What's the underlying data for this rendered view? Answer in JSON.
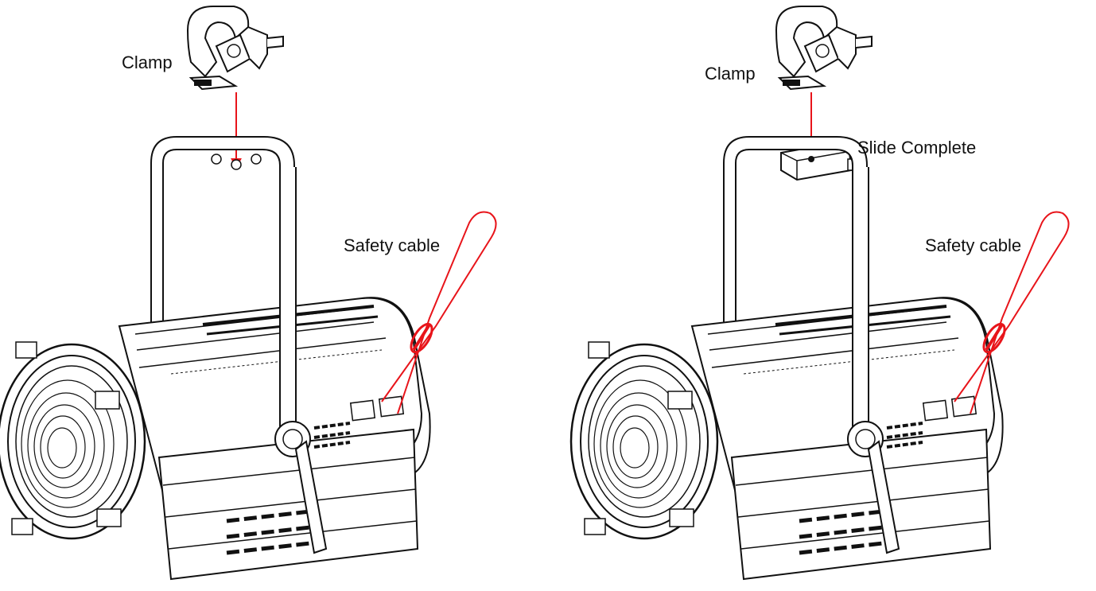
{
  "colors": {
    "line": "#111111",
    "accent": "#e8141a",
    "background": "#ffffff"
  },
  "left_panel": {
    "clamp_label": "Clamp",
    "safety_cable_label": "Safety cable"
  },
  "right_panel": {
    "clamp_label": "Clamp",
    "slide_label": "Slide Complete",
    "safety_cable_label": "Safety cable"
  }
}
